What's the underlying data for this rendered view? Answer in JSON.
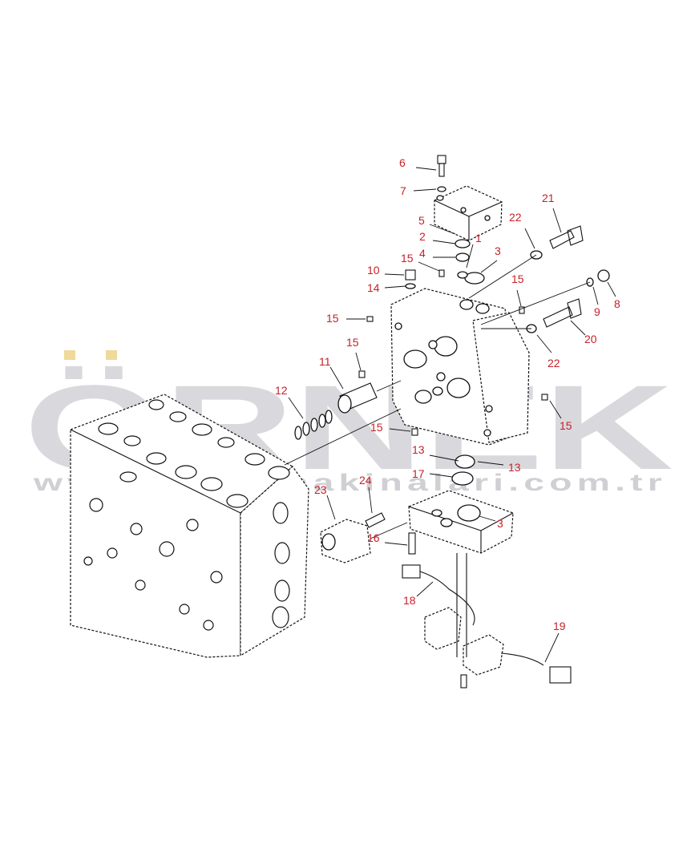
{
  "watermark": {
    "brand": "ÖRNEK",
    "url": "www.ornekmakinalari.com.tr"
  },
  "colors": {
    "label": "#c8202a",
    "watermark": "#d9d9dd",
    "watermark_accent": "#f0d99a",
    "line": "#111111"
  },
  "callouts": [
    {
      "text": "6"
    },
    {
      "text": "7"
    },
    {
      "text": "5"
    },
    {
      "text": "2"
    },
    {
      "text": "1"
    },
    {
      "text": "4"
    },
    {
      "text": "22"
    },
    {
      "text": "21"
    },
    {
      "text": "3"
    },
    {
      "text": "15"
    },
    {
      "text": "10"
    },
    {
      "text": "15"
    },
    {
      "text": "14"
    },
    {
      "text": "9"
    },
    {
      "text": "8"
    },
    {
      "text": "15"
    },
    {
      "text": "20"
    },
    {
      "text": "15"
    },
    {
      "text": "22"
    },
    {
      "text": "11"
    },
    {
      "text": "12"
    },
    {
      "text": "15"
    },
    {
      "text": "15"
    },
    {
      "text": "13"
    },
    {
      "text": "13"
    },
    {
      "text": "17"
    },
    {
      "text": "23"
    },
    {
      "text": "24"
    },
    {
      "text": "3"
    },
    {
      "text": "16"
    },
    {
      "text": "18"
    },
    {
      "text": "19"
    }
  ]
}
